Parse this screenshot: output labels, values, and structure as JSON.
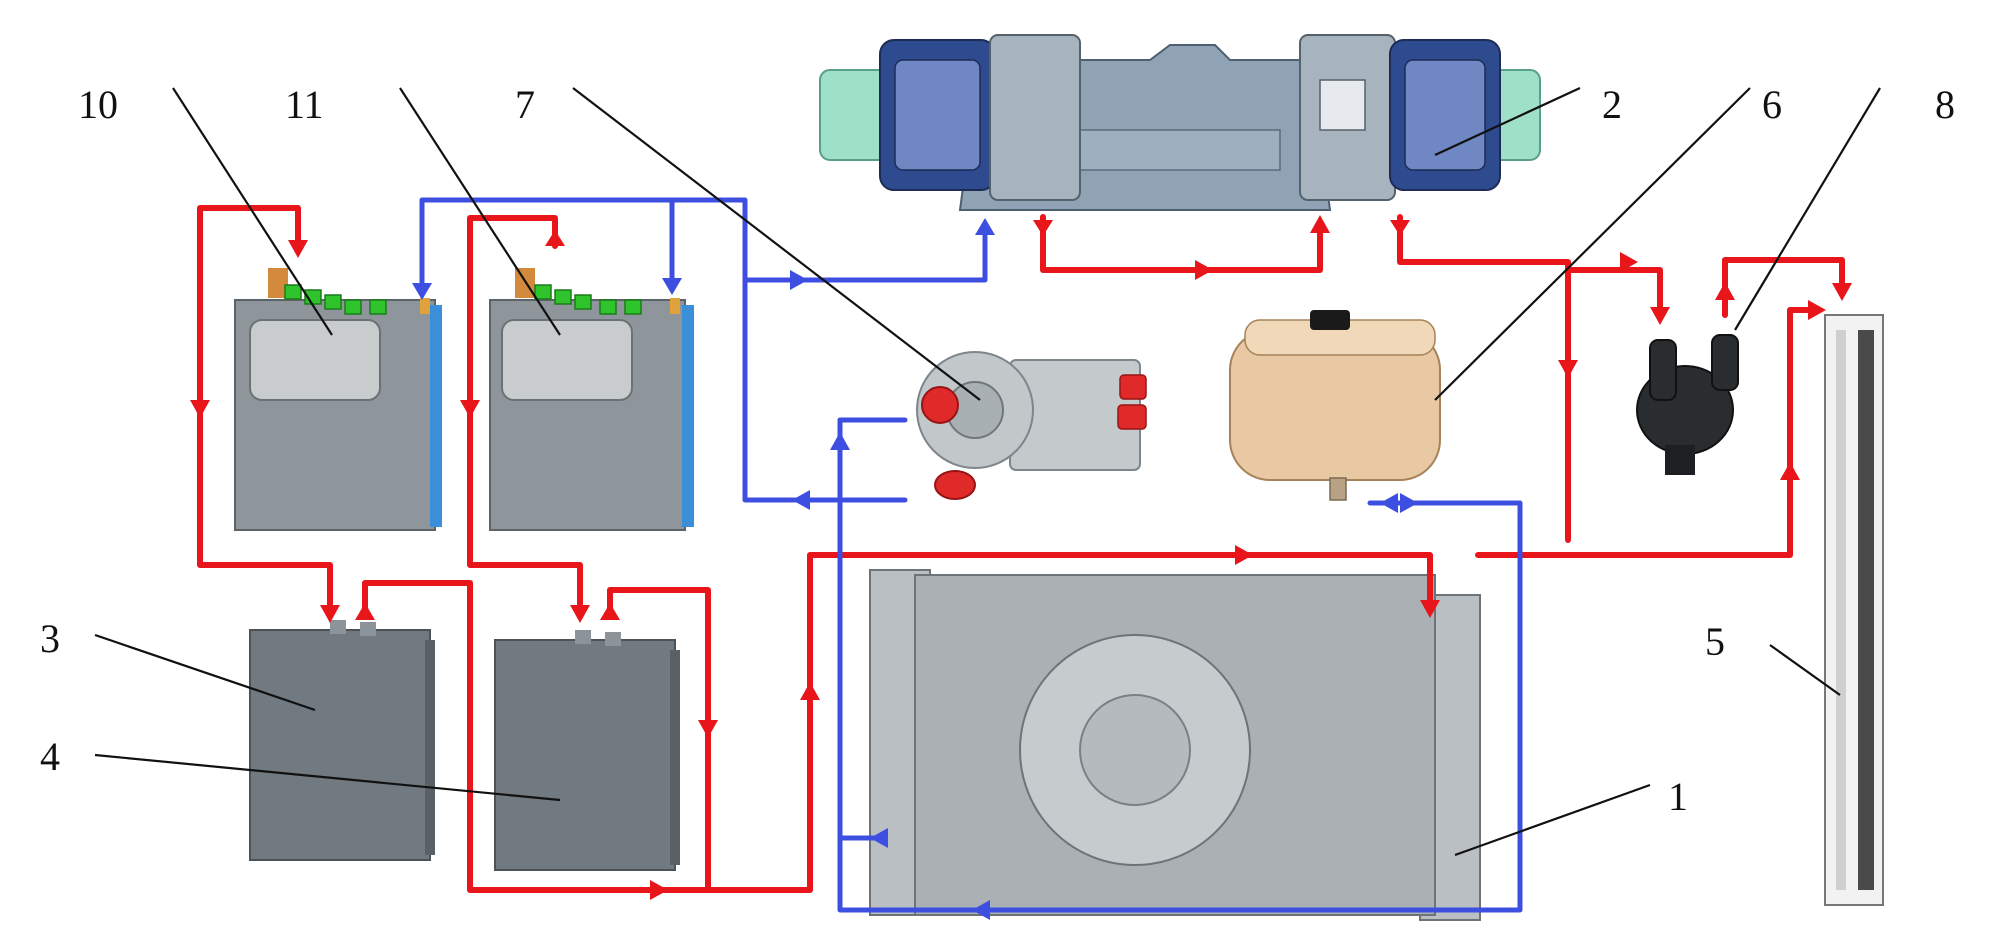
{
  "labels": {
    "n1": "1",
    "n2": "2",
    "n3": "3",
    "n4": "4",
    "n5": "5",
    "n6": "6",
    "n7": "7",
    "n8": "8",
    "n10": "10",
    "n11": "11"
  },
  "colors": {
    "hot_line": "#e8161b",
    "cold_line": "#3d4fe0",
    "leader": "#111111"
  }
}
